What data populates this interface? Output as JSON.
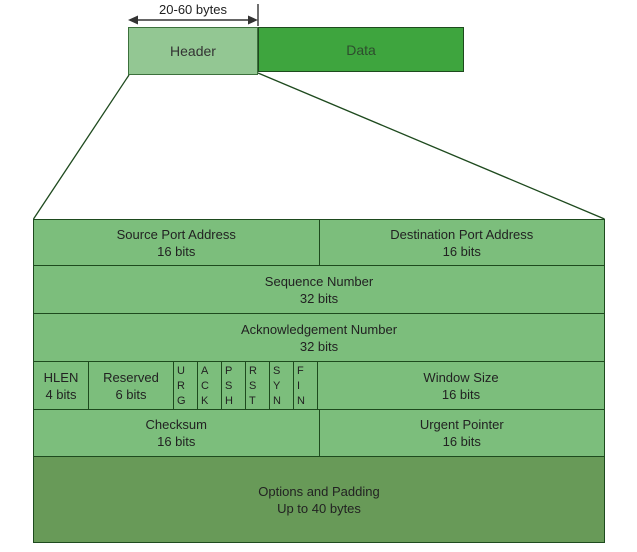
{
  "top": {
    "size_label": "20-60 bytes",
    "header_label": "Header",
    "data_label": "Data"
  },
  "fields": {
    "source_port": {
      "label": "Source Port Address",
      "bits": "16 bits"
    },
    "destination_port": {
      "label": "Destination Port Address",
      "bits": "16 bits"
    },
    "sequence_number": {
      "label": "Sequence Number",
      "bits": "32 bits"
    },
    "acknowledgement_number": {
      "label": "Acknowledgement Number",
      "bits": "32 bits"
    },
    "hlen": {
      "label": "HLEN",
      "bits": "4 bits"
    },
    "reserved": {
      "label": "Reserved",
      "bits": "6 bits"
    },
    "flags": [
      "URG",
      "ACK",
      "PSH",
      "RST",
      "SYN",
      "FIN"
    ],
    "window_size": {
      "label": "Window Size",
      "bits": "16 bits"
    },
    "checksum": {
      "label": "Checksum",
      "bits": "16 bits"
    },
    "urgent_pointer": {
      "label": "Urgent Pointer",
      "bits": "16 bits"
    },
    "options": {
      "label": "Options and Padding",
      "bits": "Up to 40 bytes"
    }
  },
  "colors": {
    "header_box_fill": "#93c793",
    "data_box_fill": "#3ea53e",
    "table_row_fill": "#7cbe7c",
    "options_row_fill": "#689a58",
    "border_dark_green": "#1e4a1e",
    "text": "#222222"
  }
}
